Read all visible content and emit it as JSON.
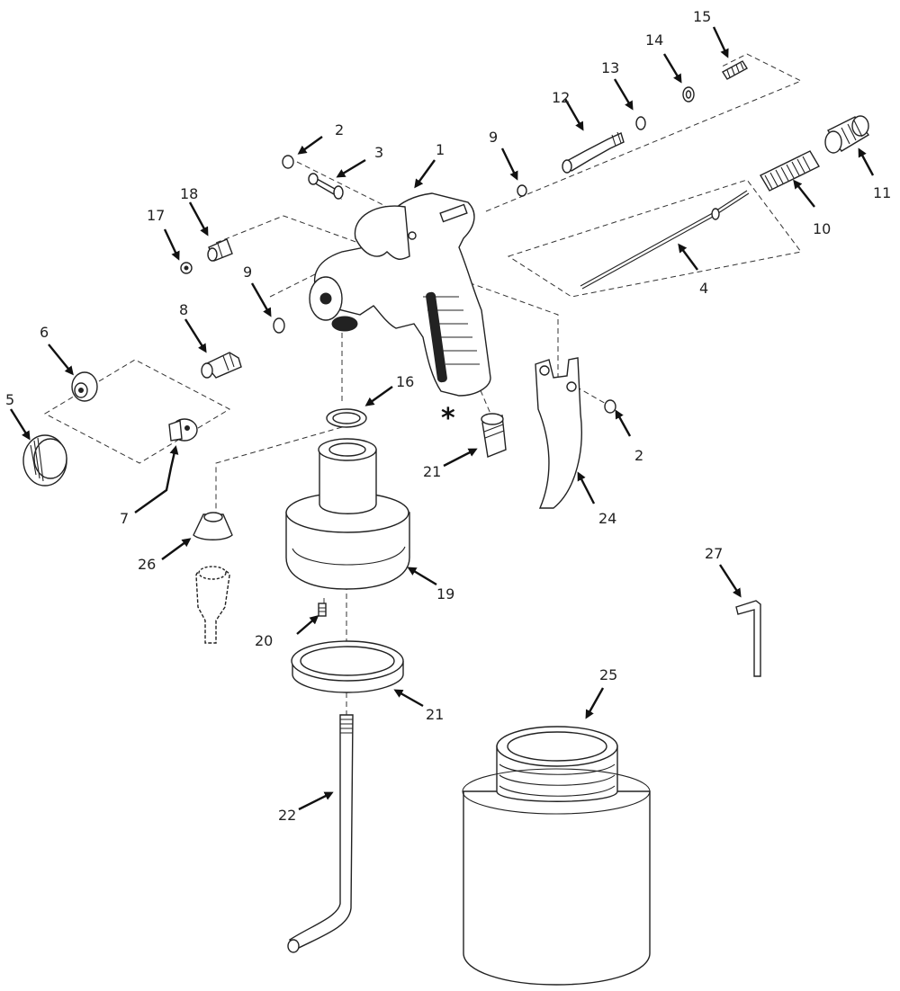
{
  "labels": {
    "p1": "1",
    "p2a": "2",
    "p2b": "2",
    "p3": "3",
    "p4": "4",
    "p5": "5",
    "p6": "6",
    "p7": "7",
    "p8": "8",
    "p9a": "9",
    "p9b": "9",
    "p10": "10",
    "p11": "11",
    "p12": "12",
    "p13": "13",
    "p14": "14",
    "p15": "15",
    "p16": "16",
    "p17": "17",
    "p18": "18",
    "p19": "19",
    "p20": "20",
    "p21a": "21",
    "p21b": "21",
    "p22": "22",
    "p24": "24",
    "p25": "25",
    "p26": "26",
    "p27": "27",
    "star": "*"
  }
}
